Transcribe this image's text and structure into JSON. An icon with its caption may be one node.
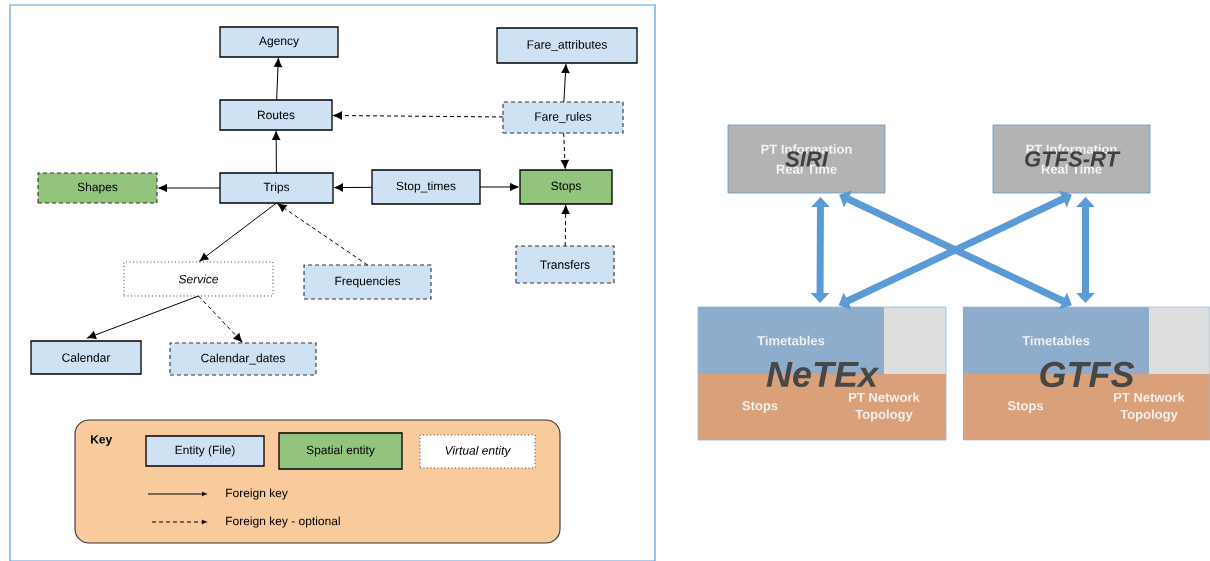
{
  "diagram": {
    "nodes": [
      {
        "text": [
          "Agency"
        ]
      },
      {
        "text": [
          "Fare_attributes"
        ]
      },
      {
        "text": [
          "Routes"
        ]
      },
      {
        "text": [
          "Fare_rules"
        ]
      },
      {
        "text": [
          "Shapes"
        ]
      },
      {
        "text": [
          "Trips"
        ]
      },
      {
        "text": [
          "Stop_times"
        ]
      },
      {
        "text": [
          "Stops"
        ]
      },
      {
        "text": [
          "Service"
        ]
      },
      {
        "text": [
          "Frequencies"
        ]
      },
      {
        "text": [
          "Transfers"
        ]
      },
      {
        "text": [
          "Calendar"
        ]
      },
      {
        "text": [
          "Calendar_dates"
        ]
      },
      {
        "text": [
          "Key"
        ]
      },
      {
        "text": [
          "Entity (File)"
        ],
        "in": 13
      },
      {
        "text": [
          "Spatial entity"
        ],
        "in": 13
      },
      {
        "text": [
          "Virtual entity"
        ],
        "in": 13
      },
      {
        "text": [
          "PT Information Real Time",
          "SIRI"
        ]
      },
      {
        "text": [
          "PT Information Real Time",
          "GTFS-RT"
        ]
      },
      {
        "text": [
          "NeTEx"
        ]
      },
      {
        "text": [
          "Timetables"
        ],
        "in": 19
      },
      {
        "text": [],
        "shape": "box",
        "in": 19
      },
      {
        "text": [
          "Stops"
        ],
        "in": 19
      },
      {
        "text": [
          "PT Network Topology"
        ],
        "in": 19
      },
      {
        "text": [
          "GTFS"
        ]
      },
      {
        "text": [
          "Timetables"
        ],
        "in": 24
      },
      {
        "text": [],
        "shape": "box",
        "in": 24
      },
      {
        "text": [
          "Stops"
        ],
        "in": 24
      },
      {
        "text": [
          "PT Network Topology"
        ],
        "in": 24
      }
    ],
    "edges": [
      {
        "from": 2,
        "to": 0,
        "arrow": "to"
      },
      {
        "from": 5,
        "to": 2,
        "arrow": "to"
      },
      {
        "from": 3,
        "to": 1,
        "arrow": "to"
      },
      {
        "from": 3,
        "to": 2,
        "arrow": "to",
        "style": "dashed"
      },
      {
        "from": 3,
        "to": 7,
        "arrow": "to",
        "style": "dashed"
      },
      {
        "from": 5,
        "to": 4,
        "arrow": "to"
      },
      {
        "from": 6,
        "to": 5,
        "arrow": "to"
      },
      {
        "from": 6,
        "to": 7,
        "arrow": "to"
      },
      {
        "from": 5,
        "to": 8,
        "arrow": "to"
      },
      {
        "from": 9,
        "to": 5,
        "arrow": "to",
        "style": "dashed"
      },
      {
        "from": 10,
        "to": 7,
        "arrow": "to",
        "style": "dashed"
      },
      {
        "from": 8,
        "to": 11,
        "arrow": "to"
      },
      {
        "from": 8,
        "to": 12,
        "arrow": "to",
        "style": "dashed"
      },
      {
        "from": 17,
        "to": 19,
        "arrow": "both",
        "style": "thick",
        "color": "#5b9bd5"
      },
      {
        "from": 17,
        "to": 24,
        "arrow": "both",
        "style": "thick",
        "color": "#5b9bd5"
      },
      {
        "from": 18,
        "to": 19,
        "arrow": "both",
        "style": "thick",
        "color": "#5b9bd5"
      },
      {
        "from": 18,
        "to": 24,
        "arrow": "both",
        "style": "thick",
        "color": "#5b9bd5"
      }
    ],
    "legend": [
      {
        "text": "Foreign key"
      },
      {
        "text": "Foreign key - optional"
      }
    ]
  }
}
